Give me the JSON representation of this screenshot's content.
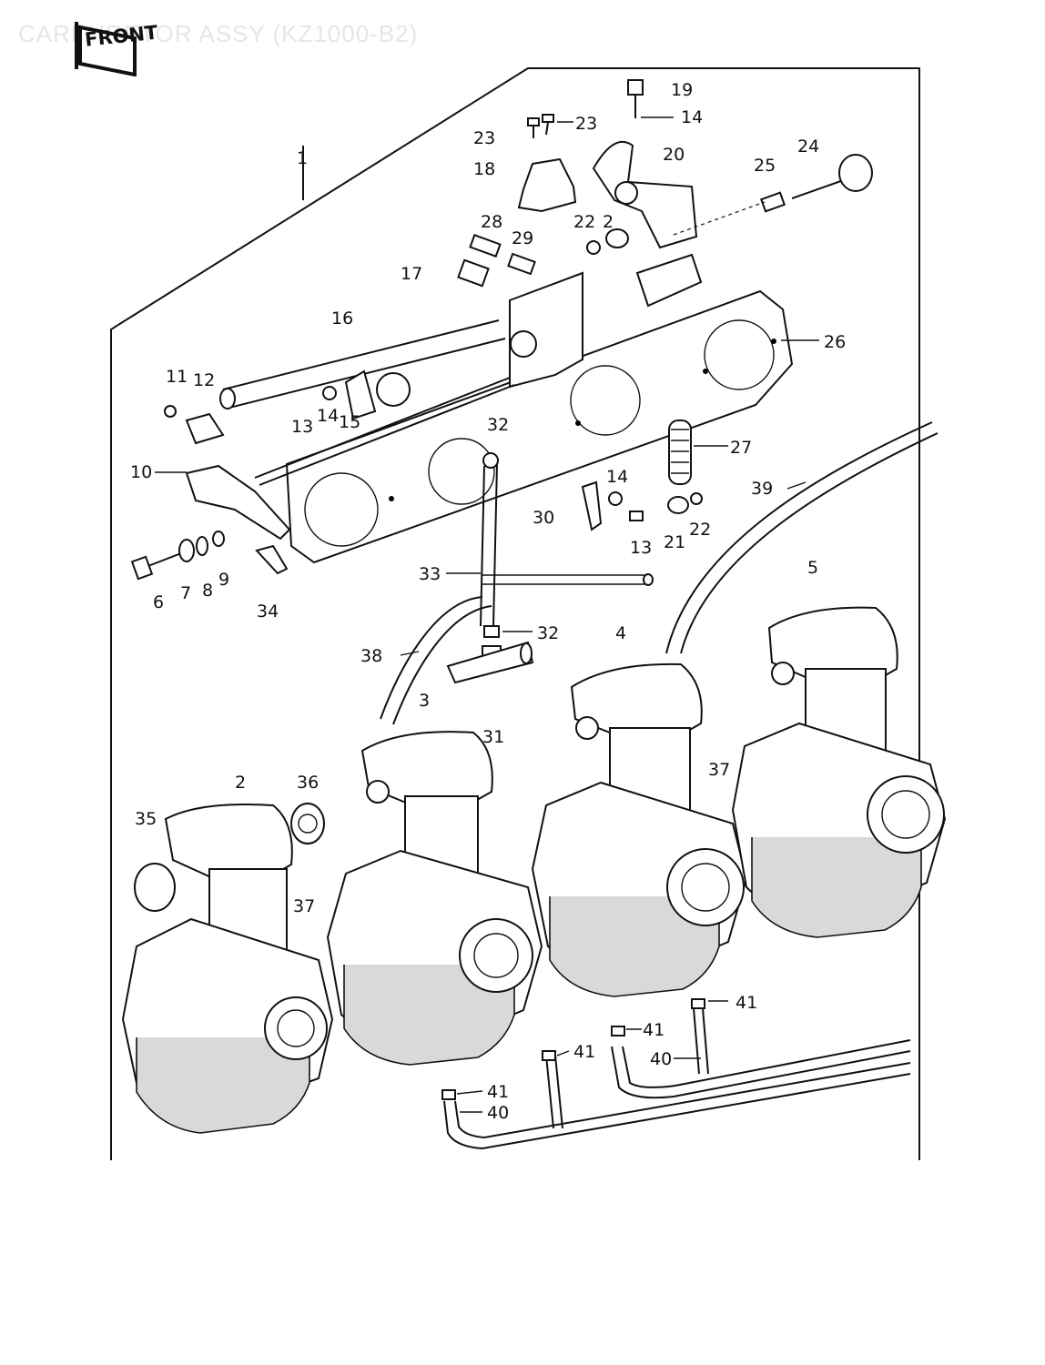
{
  "title": "CARBURETOR ASSY (KZ1000-B2)",
  "front_label": "FRONT",
  "callouts": [
    "1",
    "2",
    "3",
    "4",
    "5",
    "6",
    "7",
    "8",
    "9",
    "10",
    "11",
    "12",
    "13",
    "14",
    "15",
    "16",
    "17",
    "18",
    "19",
    "20",
    "21",
    "22",
    "23",
    "24",
    "25",
    "26",
    "27",
    "28",
    "29",
    "30",
    "31",
    "32",
    "33",
    "34",
    "35",
    "36",
    "37",
    "38",
    "39",
    "40",
    "41"
  ]
}
